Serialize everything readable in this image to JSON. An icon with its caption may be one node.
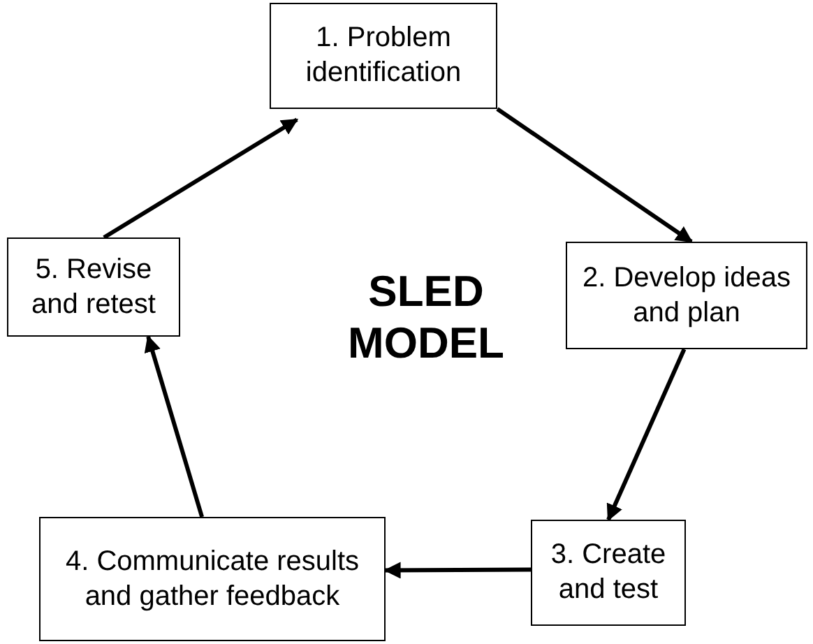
{
  "diagram": {
    "title": "SLED MODEL",
    "nodes": [
      {
        "text": [
          "1. Problem identification"
        ]
      },
      {
        "text": [
          "2. Develop ideas and plan"
        ]
      },
      {
        "text": [
          "3. Create and test"
        ]
      },
      {
        "text": [
          "4. Communicate results and gather feedback"
        ]
      },
      {
        "text": [
          "5. Revise and retest"
        ]
      }
    ],
    "edges": [
      {
        "from": 0,
        "to": 1,
        "arrow": "to"
      },
      {
        "from": 1,
        "to": 2,
        "arrow": "to"
      },
      {
        "from": 2,
        "to": 3,
        "arrow": "to"
      },
      {
        "from": 3,
        "to": 4,
        "arrow": "to"
      },
      {
        "from": 4,
        "to": 0,
        "arrow": "to"
      }
    ]
  }
}
